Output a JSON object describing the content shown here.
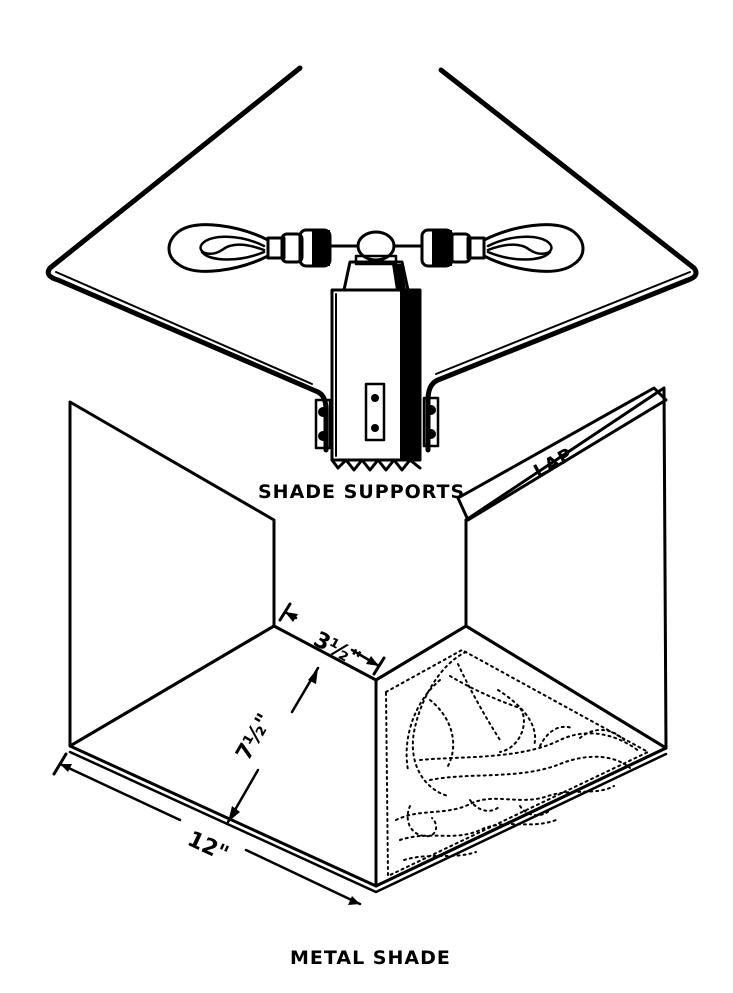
{
  "labels": {
    "shade_supports": "SHADE SUPPORTS",
    "lap": "LAP",
    "metal_shade": "METAL SHADE"
  },
  "dimensions": {
    "top_width": "3½\"",
    "depth": "7½\"",
    "length": "12\""
  },
  "colors": {
    "ink": "#000000",
    "paper": "#ffffff"
  }
}
